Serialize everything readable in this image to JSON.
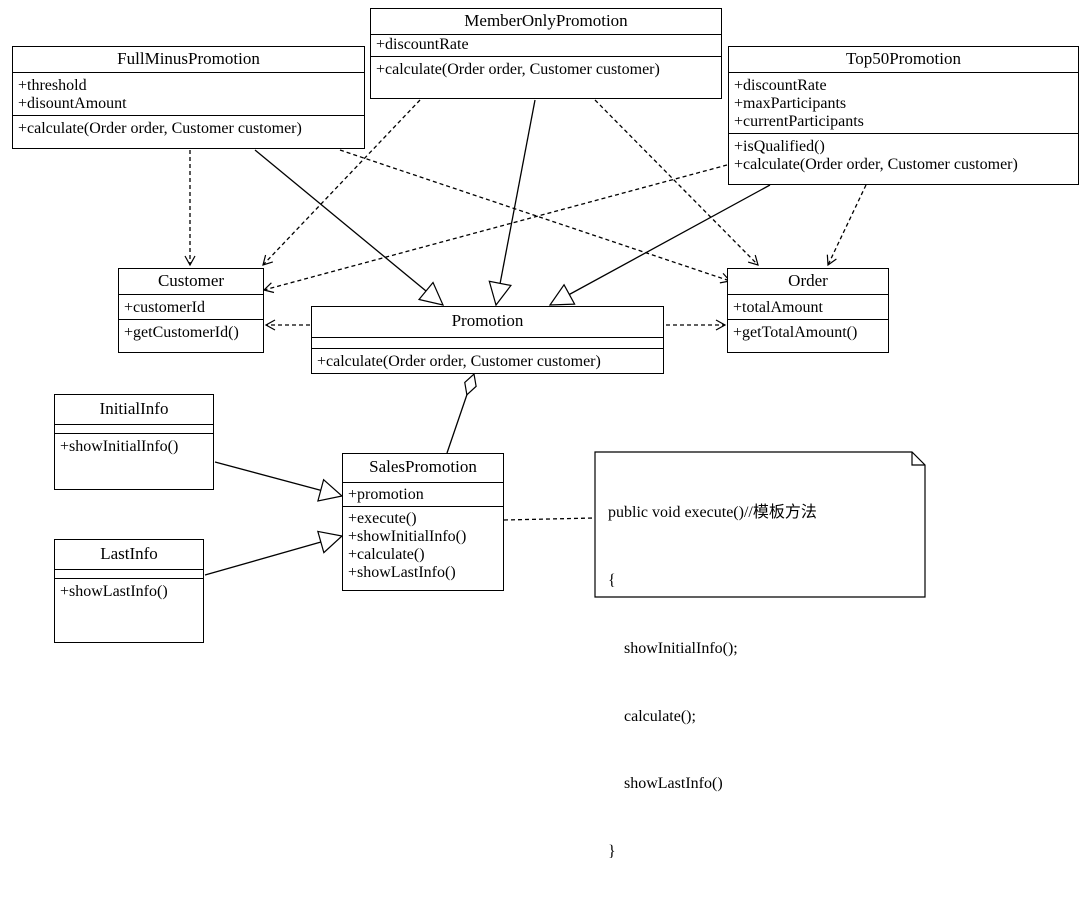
{
  "classes": {
    "member_only": {
      "name": "MemberOnlyPromotion",
      "attributes": [
        "+discountRate"
      ],
      "methods": [
        "+calculate(Order order, Customer customer)"
      ]
    },
    "full_minus": {
      "name": "FullMinusPromotion",
      "attributes": [
        "+threshold",
        "+disountAmount"
      ],
      "methods": [
        "+calculate(Order order, Customer customer)"
      ]
    },
    "top50": {
      "name": "Top50Promotion",
      "attributes": [
        "+discountRate",
        "+maxParticipants",
        "+currentParticipants"
      ],
      "methods": [
        "+isQualified()",
        "+calculate(Order order, Customer customer)"
      ]
    },
    "customer": {
      "name": "Customer",
      "attributes": [
        "+customerId"
      ],
      "methods": [
        "+getCustomerId()"
      ]
    },
    "order": {
      "name": "Order",
      "attributes": [
        "+totalAmount"
      ],
      "methods": [
        "+getTotalAmount()"
      ]
    },
    "promotion": {
      "name": "Promotion",
      "attributes": [],
      "methods": [
        "+calculate(Order order, Customer customer)"
      ]
    },
    "initial_info": {
      "name": "InitialInfo",
      "attributes": [],
      "methods": [
        "+showInitialInfo()"
      ]
    },
    "sales_promotion": {
      "name": "SalesPromotion",
      "attributes": [
        "+promotion"
      ],
      "methods": [
        "+execute()",
        "+showInitialInfo()",
        "+calculate()",
        "+showLastInfo()"
      ]
    },
    "last_info": {
      "name": "LastInfo",
      "attributes": [],
      "methods": [
        "+showLastInfo()"
      ]
    }
  },
  "note": {
    "lines": [
      "public void execute()//模板方法",
      "{",
      "    showInitialInfo();",
      "    calculate();",
      "    showLastInfo()",
      "}"
    ]
  },
  "colors": {
    "line": "#000000",
    "background": "#ffffff"
  }
}
